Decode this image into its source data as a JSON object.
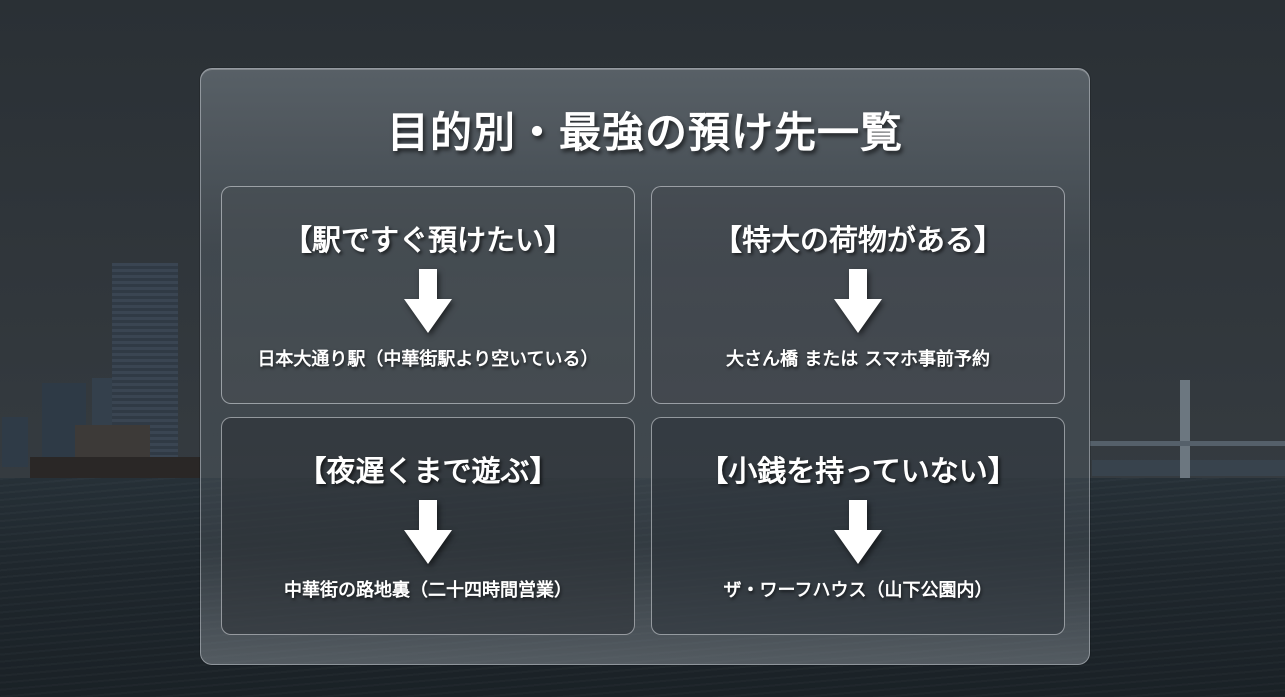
{
  "title": "目的別・最強の預け先一覧",
  "cards": [
    {
      "heading": "【駅ですぐ預けたい】",
      "arrow_icon": "down-arrow-icon",
      "result": "日本大通り駅（中華街駅より空いている）"
    },
    {
      "heading": "【特大の荷物がある】",
      "arrow_icon": "down-arrow-icon",
      "result": "大さん橋 または スマホ事前予約"
    },
    {
      "heading": "【夜遅くまで遊ぶ】",
      "arrow_icon": "down-arrow-icon",
      "result": "中華街の路地裏（二十四時間営業）"
    },
    {
      "heading": "【小銭を持っていない】",
      "arrow_icon": "down-arrow-icon",
      "result": "ザ・ワーフハウス（山下公園内）"
    }
  ],
  "colors": {
    "text": "#ffffff",
    "background": "#2b3136",
    "panel_border": "#dfe3e7"
  }
}
